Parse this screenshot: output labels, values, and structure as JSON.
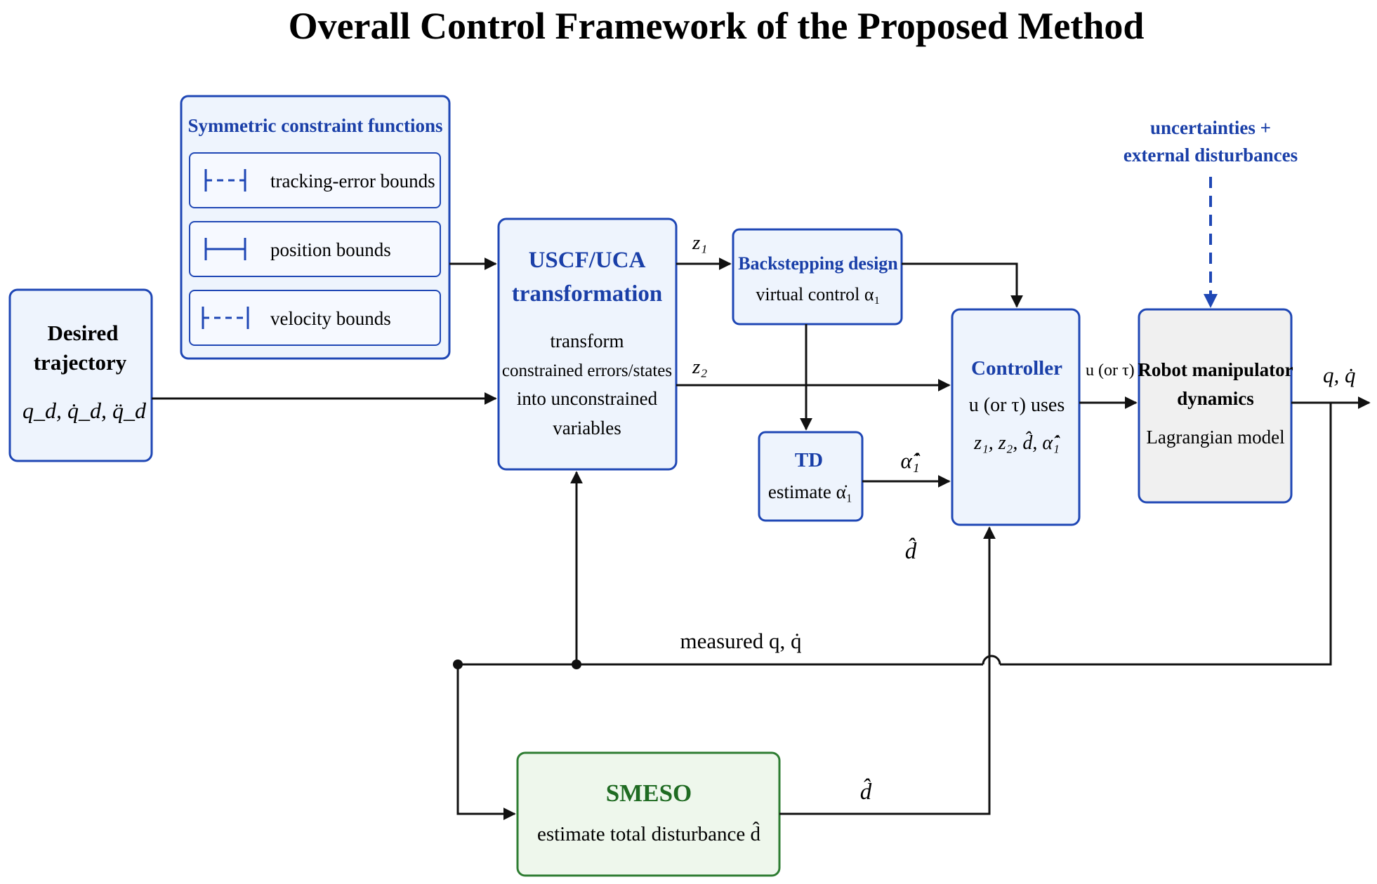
{
  "title": "Overall Control Framework of the Proposed Method",
  "colors": {
    "accent_blue": "#1a3fa8",
    "box_fill_blue": "#eef4fd",
    "box_border_blue": "#1f47b5",
    "smeso_green": "#1f6b22",
    "smeso_fill": "#eef7ec",
    "plant_fill": "#f0f0f0",
    "line": "#111111"
  },
  "constraints": {
    "title": "Symmetric constraint functions",
    "items": [
      {
        "label": "tracking-error bounds",
        "icon": "dashed-bound-icon"
      },
      {
        "label": "position bounds",
        "icon": "solid-bound-icon"
      },
      {
        "label": "velocity bounds",
        "icon": "dashed-bound-icon"
      }
    ]
  },
  "desired": {
    "title_line1": "Desired",
    "title_line2": "trajectory",
    "signal": "q_d, q̇_d, q̈_d"
  },
  "uscf": {
    "title_line1": "USCF/UCA",
    "title_line2": "transformation",
    "desc": [
      "transform",
      "constrained errors/states",
      "into unconstrained",
      "variables"
    ]
  },
  "backstepping": {
    "title": "Backstepping design",
    "desc": "virtual control α₁"
  },
  "td": {
    "title": "TD",
    "desc": "estimate α̇₁"
  },
  "controller": {
    "title": "Controller",
    "line1": "u (or τ) uses",
    "line2": "z₁, z₂, d̂, α̂̇₁"
  },
  "robot": {
    "title_line1": "Robot manipulator",
    "title_line2": "dynamics",
    "desc": "Lagrangian model"
  },
  "smeso": {
    "title": "SMESO",
    "desc": "estimate total disturbance d̂"
  },
  "disturbance": {
    "line1": "uncertainties +",
    "line2": "external disturbances"
  },
  "signals": {
    "z1": "z₁",
    "z2": "z₂",
    "u": "u (or τ)",
    "q_out": "q, q̇",
    "alpha_hat": "α̂̇₁",
    "d_hat_ctrl": "d̂",
    "d_hat_smeso": "d̂",
    "measured": "measured q, q̇"
  }
}
